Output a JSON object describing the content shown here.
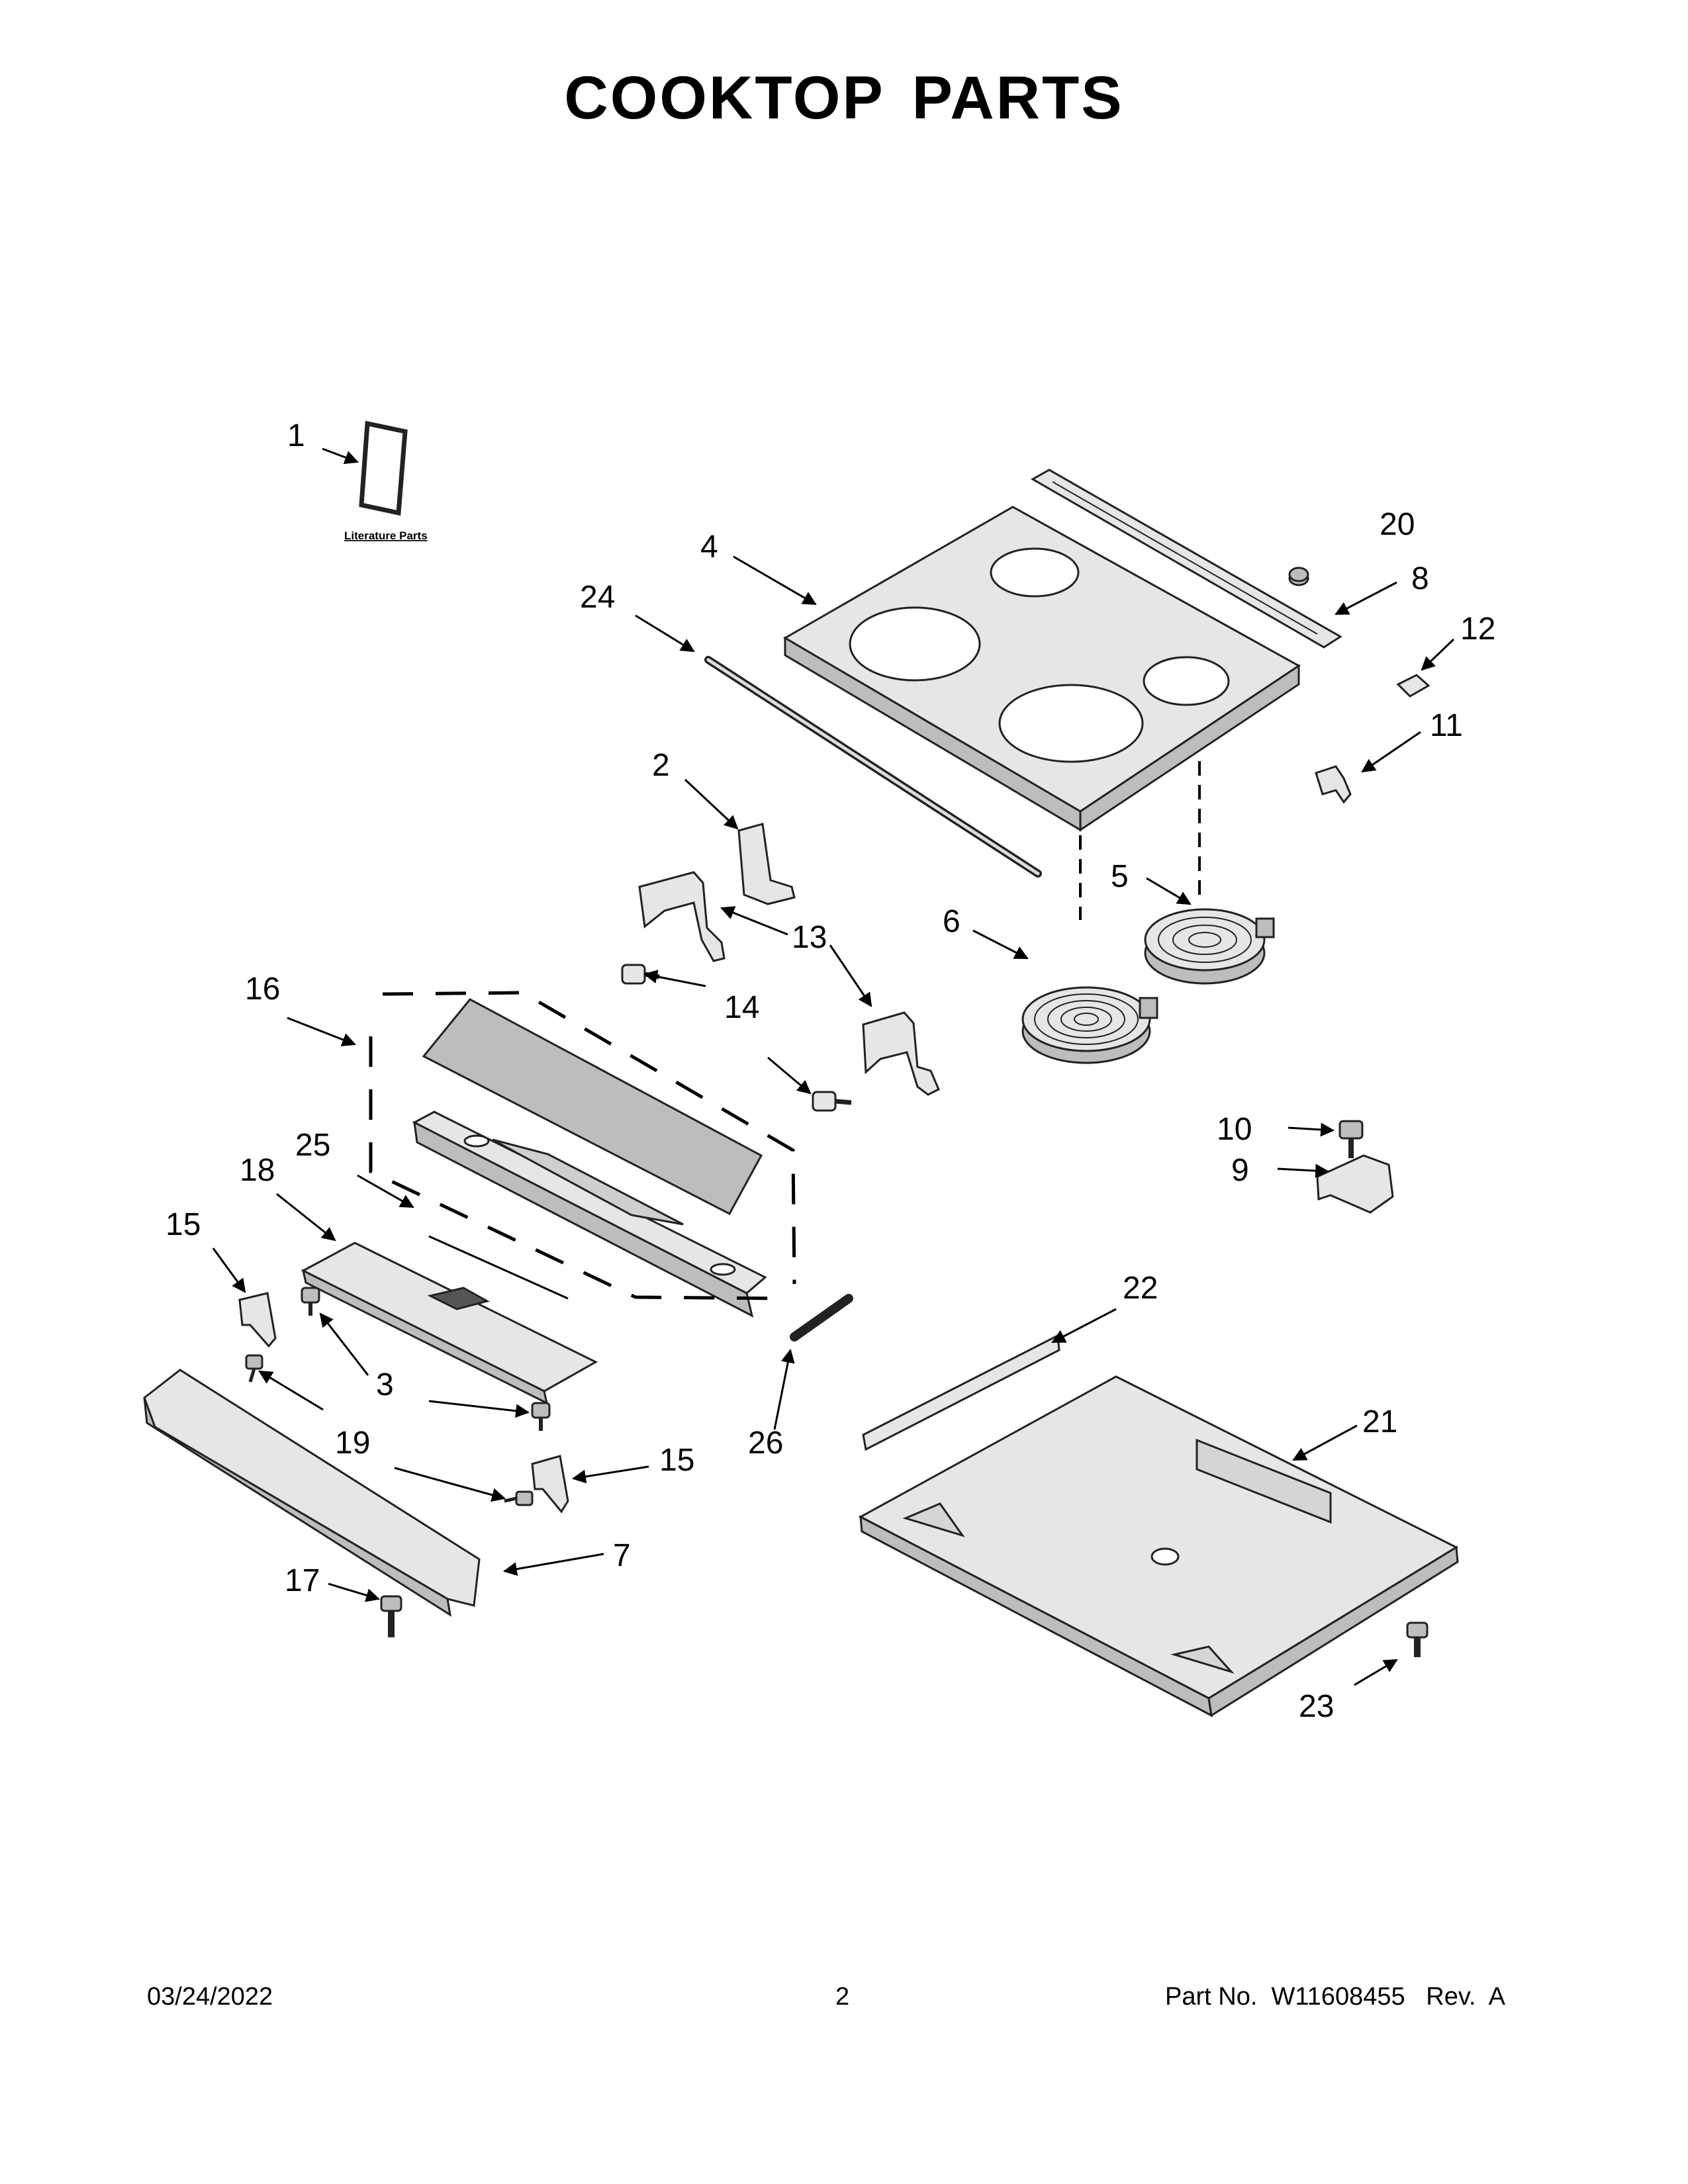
{
  "title": "COOKTOP PARTS",
  "literature_label": "Literature Parts",
  "footer": {
    "date": "03/24/2022",
    "page": "2",
    "part_no": "Part No.  W11608455   Rev.  A"
  },
  "callouts": {
    "c1": "1",
    "c2": "2",
    "c3": "3",
    "c4": "4",
    "c5": "5",
    "c6": "6",
    "c7": "7",
    "c8": "8",
    "c9": "9",
    "c10": "10",
    "c11": "11",
    "c12": "12",
    "c13": "13",
    "c14": "14",
    "c15a": "15",
    "c15b": "15",
    "c16": "16",
    "c17": "17",
    "c18": "18",
    "c19": "19",
    "c20": "20",
    "c21": "21",
    "c22": "22",
    "c23": "23",
    "c24": "24",
    "c25": "25",
    "c26": "26"
  }
}
